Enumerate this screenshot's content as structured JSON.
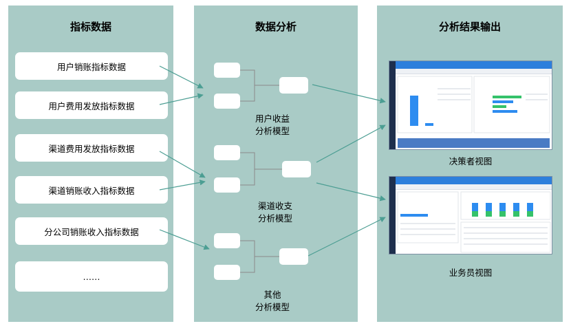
{
  "columns": {
    "metrics": {
      "title": "指标数据",
      "items": [
        "用户销账指标数据",
        "用户费用发放指标数据",
        "渠道费用发放指标数据",
        "渠道销账收入指标数据",
        "分公司销账收入指标数据",
        "……"
      ]
    },
    "analysis": {
      "title": "数据分析",
      "models": [
        {
          "label": "用户收益\n分析模型"
        },
        {
          "label": "渠道收支\n分析模型"
        },
        {
          "label": "其他\n分析模型"
        }
      ]
    },
    "output": {
      "title": "分析结果输出",
      "views": [
        {
          "label": "决策者视图"
        },
        {
          "label": "业务员视图"
        }
      ]
    }
  },
  "colors": {
    "panel": "#a9cbc6",
    "arrow": "#4c9e93",
    "line": "#8a8a8a",
    "bar_blue": "#2d8cf0",
    "bar_green": "#35c26a"
  }
}
